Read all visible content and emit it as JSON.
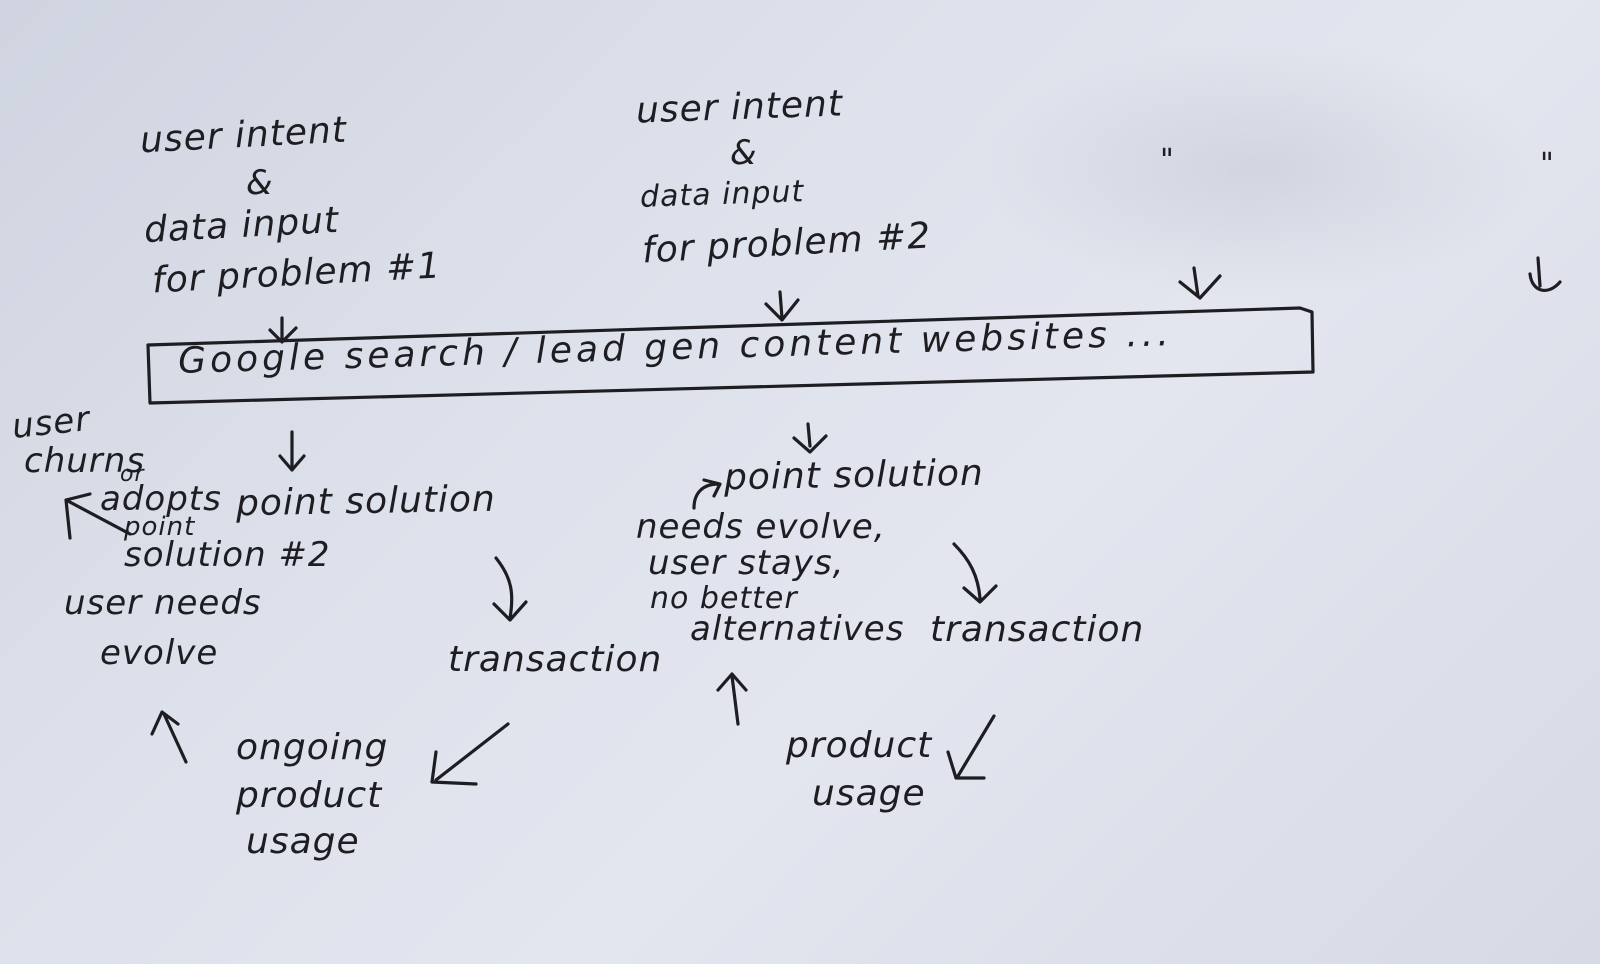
{
  "nodes": {
    "intent_1": "user intent",
    "amp_1": "&",
    "data_input_1": "data input",
    "problem_1": "for problem #1",
    "intent_2": "user intent",
    "amp_2": "&",
    "data_input_2": "data input",
    "problem_2": "for problem #2",
    "ditto_1": "\"",
    "ditto_2": "\"",
    "channel_box": "Google search / lead gen content websites ...",
    "point_solution_1": "point solution",
    "transaction_1": "transaction",
    "ongoing_usage_line1": "ongoing",
    "ongoing_usage_line2": "product",
    "ongoing_usage_line3": "usage",
    "needs_evolve_line1": "user needs",
    "needs_evolve_line2": "evolve",
    "churn_line1": "user",
    "churn_line2": "churns",
    "churn_line3": "or",
    "churn_line4": "adopts",
    "churn_line5": "point",
    "churn_line6": "solution #2",
    "point_solution_2": "point solution",
    "transaction_2": "transaction",
    "product_usage_line1": "product",
    "product_usage_line2": "usage",
    "stays_line1": "needs evolve,",
    "stays_line2": "user stays,",
    "stays_line3": "no better",
    "stays_line4": "alternatives"
  },
  "colors": {
    "ink": "#1d1d22",
    "paper": "#dde1eb"
  }
}
